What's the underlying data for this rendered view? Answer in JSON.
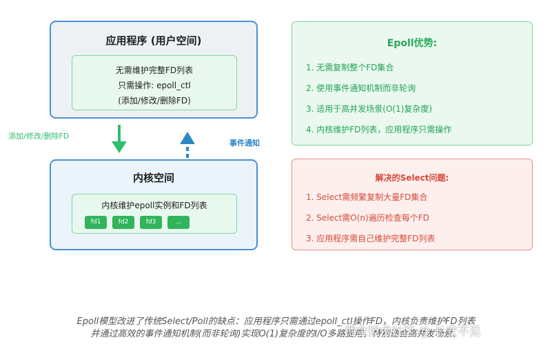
{
  "user_space": {
    "title": "应用程序 (用户空间)",
    "lines": [
      "无需维护完整FD列表",
      "只需操作: epoll_ctl",
      "(添加/修改/删除FD)"
    ]
  },
  "kernel_space": {
    "title": "内核空间",
    "inner_text": "内核维护epoll实例和FD列表",
    "fds": [
      "fd1",
      "fd2",
      "fd3",
      "..."
    ]
  },
  "arrows": {
    "down_label": "添加/修改/删除FD",
    "up_label": "事件通知",
    "down_color": "#2fbe6b",
    "up_color": "#2f86c5"
  },
  "advantages": {
    "title": "Epoll优势:",
    "items": [
      "1. 无需复制整个FD集合",
      "2. 使用事件通知机制而非轮询",
      "3. 适用于高并发场景(O(1)复杂度)",
      "4. 内核维护FD列表，应用程序只需操作"
    ]
  },
  "problems": {
    "title": "解决的Select问题:",
    "items": [
      "1. Select需频繁复制大量FD集合",
      "2. Select需O(n)遍历检查每个FD",
      "3. 应用程序需自己维护完整FD列表"
    ]
  },
  "caption": {
    "line1": "Epoll模型改进了传统Select/Poll的缺点：应用程序只需通过epoll_ctl操作FD，内核负责维护FD列表",
    "line2": "并通过高效的事件通知机制(而非轮询)实现O(1)复杂度的I/O多路复用，特别适合高并发场景。"
  },
  "watermark": "掘金技术社区 @ 长安不见"
}
